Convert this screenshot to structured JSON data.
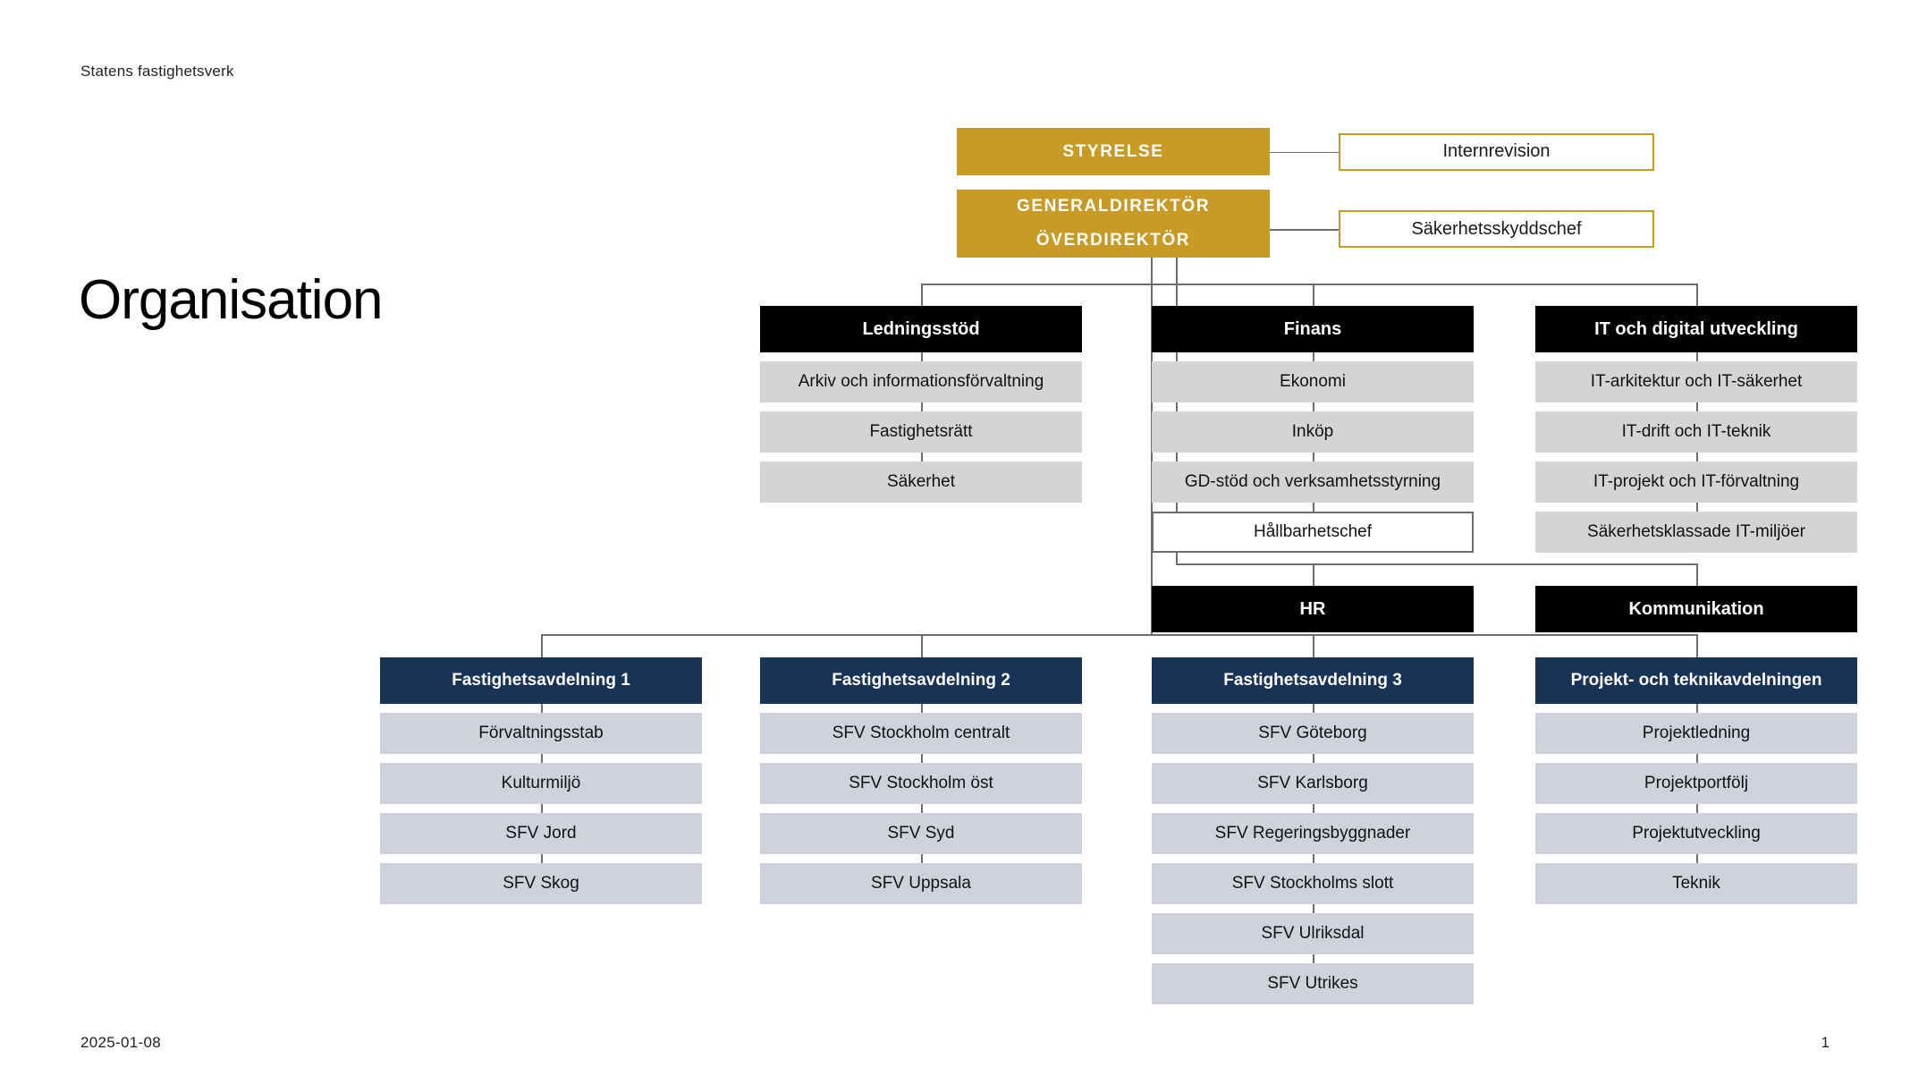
{
  "brand": "Statens fastighetsverk",
  "page_title": "Organisation",
  "footer": {
    "date": "2025-01-08",
    "page_number": "1"
  },
  "colors": {
    "gold": "#c89b26",
    "navy": "#173356",
    "black": "#000000",
    "grey": "#d4d4d4",
    "blue_grey": "#ced3db",
    "connector": "#6d6d6d",
    "white": "#ffffff"
  },
  "org": {
    "board": {
      "label": "STYRELSE"
    },
    "director": {
      "line1": "GENERALDIREKTÖR",
      "line2": "ÖVERDIREKTÖR"
    },
    "staff": [
      {
        "label": "Internrevision"
      },
      {
        "label": "Säkerhetsskyddschef"
      }
    ],
    "departments": [
      {
        "name": "Ledningsstöd",
        "style": "black",
        "units": [
          {
            "label": "Arkiv och informationsförvaltning",
            "style": "grey"
          },
          {
            "label": "Fastighetsrätt",
            "style": "grey"
          },
          {
            "label": "Säkerhet",
            "style": "grey"
          }
        ]
      },
      {
        "name": "Finans",
        "style": "black",
        "units": [
          {
            "label": "Ekonomi",
            "style": "grey"
          },
          {
            "label": "Inköp",
            "style": "grey"
          },
          {
            "label": "GD-stöd och verksamhetsstyrning",
            "style": "grey"
          },
          {
            "label": "Hållbarhetschef",
            "style": "white-outline"
          }
        ]
      },
      {
        "name": "IT och digital utveckling",
        "style": "black",
        "units": [
          {
            "label": "IT-arkitektur och IT-säkerhet",
            "style": "grey"
          },
          {
            "label": "IT-drift och IT-teknik",
            "style": "grey"
          },
          {
            "label": "IT-projekt och IT-förvaltning",
            "style": "grey"
          },
          {
            "label": "Säkerhetsklassade IT-miljöer",
            "style": "grey"
          }
        ]
      },
      {
        "name": "HR",
        "style": "black",
        "units": []
      },
      {
        "name": "Kommunikation",
        "style": "black",
        "units": []
      },
      {
        "name": "Fastighetsavdelning 1",
        "style": "navy",
        "units": [
          {
            "label": "Förvaltningsstab",
            "style": "bluegrey"
          },
          {
            "label": "Kulturmiljö",
            "style": "bluegrey"
          },
          {
            "label": "SFV Jord",
            "style": "bluegrey"
          },
          {
            "label": "SFV Skog",
            "style": "bluegrey"
          }
        ]
      },
      {
        "name": "Fastighetsavdelning 2",
        "style": "navy",
        "units": [
          {
            "label": "SFV Stockholm centralt",
            "style": "bluegrey"
          },
          {
            "label": "SFV Stockholm öst",
            "style": "bluegrey"
          },
          {
            "label": "SFV Syd",
            "style": "bluegrey"
          },
          {
            "label": "SFV Uppsala",
            "style": "bluegrey"
          }
        ]
      },
      {
        "name": "Fastighetsavdelning 3",
        "style": "navy",
        "units": [
          {
            "label": "SFV Göteborg",
            "style": "bluegrey"
          },
          {
            "label": "SFV Karlsborg",
            "style": "bluegrey"
          },
          {
            "label": "SFV Regeringsbyggnader",
            "style": "bluegrey"
          },
          {
            "label": "SFV Stockholms slott",
            "style": "bluegrey"
          },
          {
            "label": "SFV Ulriksdal",
            "style": "bluegrey"
          },
          {
            "label": "SFV Utrikes",
            "style": "bluegrey"
          }
        ]
      },
      {
        "name": "Projekt- och teknikavdelningen",
        "style": "navy",
        "units": [
          {
            "label": "Projektledning",
            "style": "bluegrey"
          },
          {
            "label": "Projektportfölj",
            "style": "bluegrey"
          },
          {
            "label": "Projektutveckling",
            "style": "bluegrey"
          },
          {
            "label": "Teknik",
            "style": "bluegrey"
          }
        ]
      }
    ]
  }
}
